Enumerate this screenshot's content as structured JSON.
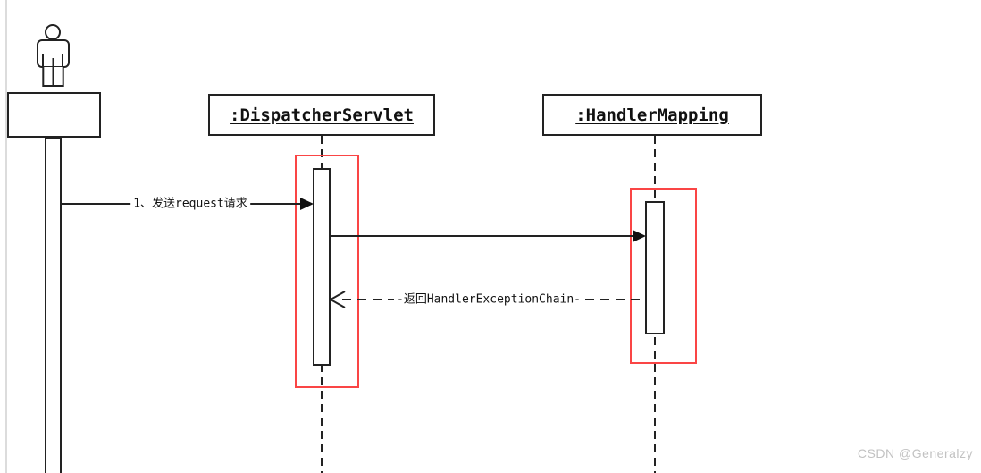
{
  "diagram": {
    "type": "uml-sequence-diagram",
    "actor": {
      "icon": "person-icon",
      "box_label": ""
    },
    "lifelines": [
      {
        "id": "dispatcher-servlet",
        "label": ":DispatcherServlet"
      },
      {
        "id": "handler-mapping",
        "label": ":HandlerMapping"
      }
    ],
    "messages": [
      {
        "seq": 1,
        "label": "1、发送request请求",
        "from": "actor",
        "to": ":DispatcherServlet",
        "line": "solid",
        "arrow": "filled"
      },
      {
        "seq": 2,
        "label": "",
        "from": ":DispatcherServlet",
        "to": ":HandlerMapping",
        "line": "solid",
        "arrow": "filled"
      },
      {
        "seq": 3,
        "label": "-返回HandlerExceptionChain-",
        "from": ":HandlerMapping",
        "to": ":DispatcherServlet",
        "line": "dashed",
        "arrow": "open"
      }
    ],
    "highlights": [
      {
        "target": "dispatcher-servlet-activation",
        "color": "#fa4545"
      },
      {
        "target": "handler-mapping-activation",
        "color": "#fa4545"
      }
    ],
    "colors": {
      "line": "#222222",
      "highlight": "#fa4545",
      "background": "#ffffff",
      "watermark": "#c2c2c2"
    }
  },
  "watermark": {
    "text": "CSDN @Generalzy"
  }
}
